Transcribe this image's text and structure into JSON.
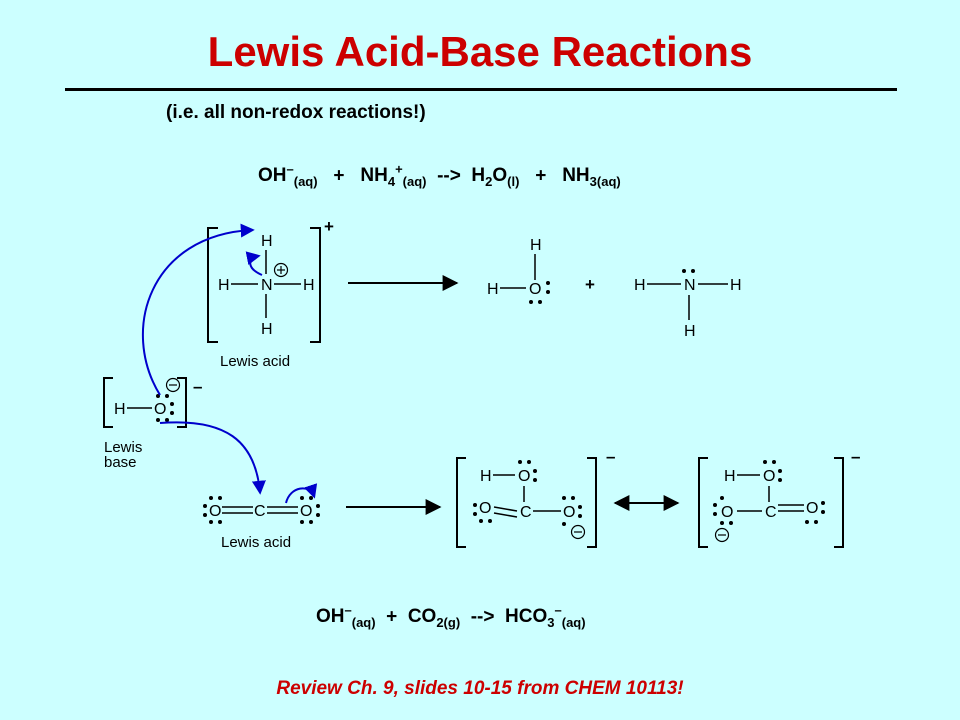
{
  "title": "Lewis Acid-Base Reactions",
  "subtitle": "(i.e. all non-redox reactions!)",
  "equation1": {
    "p1": "OH",
    "p1_sup": "–",
    "p1_sub": "(aq)",
    "plus1": "+",
    "p2": "NH",
    "p2_sub1": "4",
    "p2_sup": "+",
    "p2_sub2": "(aq)",
    "arrow": "-->",
    "p3": "H",
    "p3_sub1": "2",
    "p3_b": "O",
    "p3_sub2": "(l)",
    "plus2": "+",
    "p4": "NH",
    "p4_sub": "3(aq)"
  },
  "equation2": {
    "p1": "OH",
    "p1_sup": "–",
    "p1_sub": "(aq)",
    "plus": "+",
    "p2": "CO",
    "p2_sub": "2(g)",
    "arrow": "-->",
    "p3": "HCO",
    "p3_sub1": "3",
    "p3_sup": "–",
    "p3_sub2": "(aq)"
  },
  "labels": {
    "lewis_acid_top": "Lewis acid",
    "lewis_acid_bottom": "Lewis acid",
    "lewis_base_1": "Lewis",
    "lewis_base_2": "base",
    "plus_sign": "+",
    "bracket_plus": "+",
    "bracket_minus": "–"
  },
  "atoms": {
    "H": "H",
    "N": "N",
    "O": "O",
    "C": "C"
  },
  "review": "Review Ch. 9, slides 10-15 from CHEM 10113!",
  "colors": {
    "title": "#cc0000",
    "background": "#ccffff",
    "curved_arrow": "#0000cc",
    "review": "#cc0000"
  }
}
